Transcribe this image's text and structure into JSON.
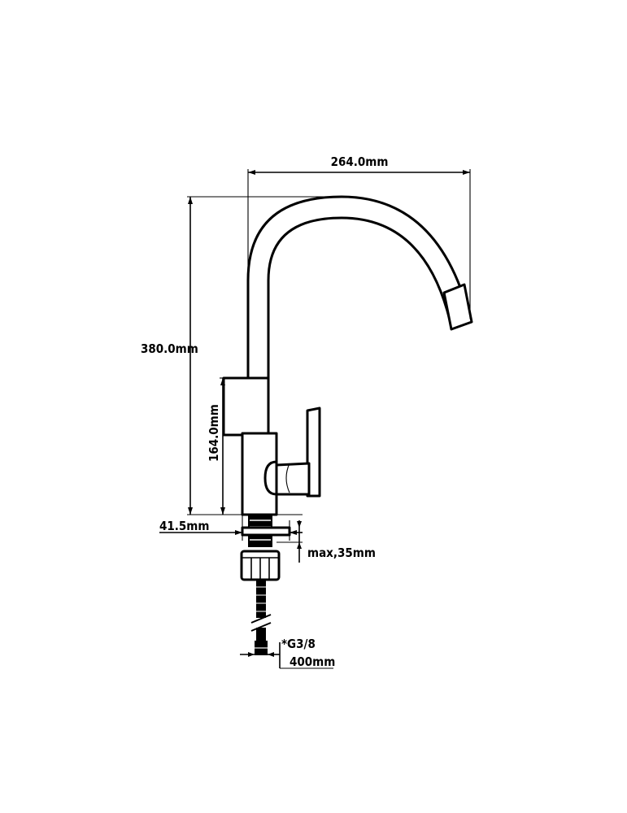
{
  "dimensions": {
    "width_label": "264.0mm",
    "height_label": "380.0mm",
    "body_height_label": "164.0mm",
    "base_diameter_label": "41.5mm",
    "max_thickness_label": "max,35mm",
    "thread_label": "*G3/8",
    "hose_length_label": "400mm"
  },
  "colors": {
    "line": "#000000",
    "background": "#ffffff"
  }
}
